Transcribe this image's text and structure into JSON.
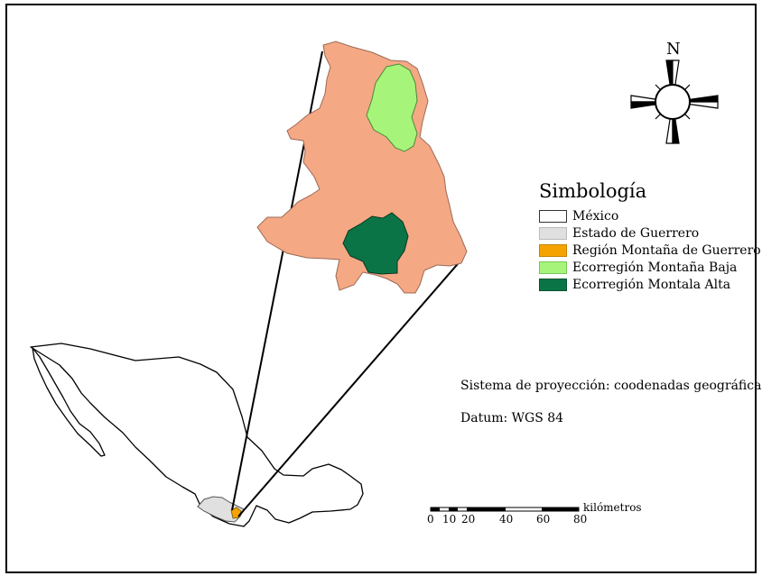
{
  "north_label": "N",
  "legend": {
    "title": "Simbología",
    "items": [
      {
        "label": "México",
        "color": "#ffffff"
      },
      {
        "label": "Estado de Guerrero",
        "color": "#e0e0e0"
      },
      {
        "label": "Región Montaña de Guerrero",
        "color": "#f5a300"
      },
      {
        "label": "Ecorregión Montaña Baja",
        "color": "#a6f57a"
      },
      {
        "label": "Ecorregión Montala Alta",
        "color": "#0b7447"
      }
    ]
  },
  "projection_text": "Sistema de proyección: coodenadas geográficas",
  "datum_text": "Datum: WGS 84",
  "scale": {
    "unit": "kilómetros",
    "ticks": [
      "0",
      "10",
      "20",
      "40",
      "60",
      "80"
    ]
  },
  "colors": {
    "region_fill": "#f5a884",
    "low_mountain": "#a6f57a",
    "high_mountain": "#0b7447",
    "guerrero": "#e0e0e0",
    "montana": "#f5a300"
  }
}
